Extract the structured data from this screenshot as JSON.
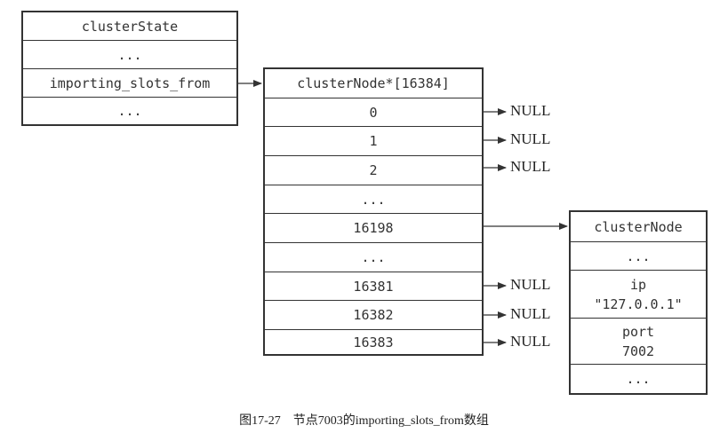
{
  "cluster_state": {
    "rows": [
      "clusterState",
      "...",
      "importing_slots_from",
      "..."
    ]
  },
  "slots_array": {
    "header": "clusterNode*[16384]",
    "rows": [
      "0",
      "1",
      "2",
      "...",
      "16198",
      "...",
      "16381",
      "16382",
      "16383"
    ]
  },
  "null_label": "NULL",
  "cluster_node": {
    "title": "clusterNode",
    "dots_top": "...",
    "ip_label": "ip",
    "ip_value": "\"127.0.0.1\"",
    "port_label": "port",
    "port_value": "7002",
    "dots_bottom": "..."
  },
  "caption": "图17-27　节点7003的importing_slots_from数组",
  "colors": {
    "line": "#333333",
    "background": "#ffffff"
  }
}
